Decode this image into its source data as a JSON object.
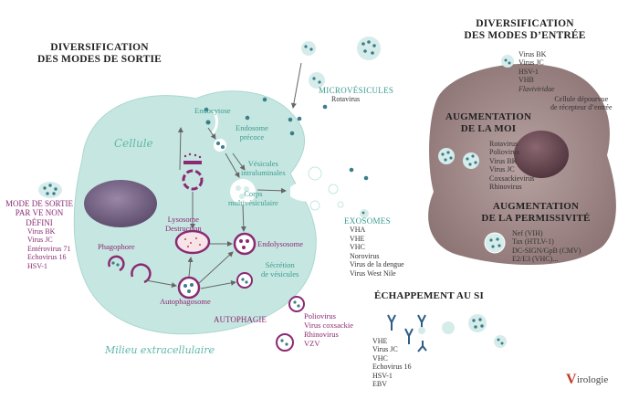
{
  "exit_modes": {
    "title_line1": "DIVERSIFICATION",
    "title_line2": "DES MODES DE SORTIE",
    "cell_label": "Cellule",
    "extracellular_label": "Milieu extracellulaire",
    "endocytosis": "Endocytose",
    "early_endosome_line1": "Endosome",
    "early_endosome_line2": "précoce",
    "intraluminal_line1": "Vésicules",
    "intraluminal_line2": "intraluminales",
    "mvb_line1": "Corps",
    "mvb_line2": "multivésiculaire",
    "lysosome_line1": "Lysosome",
    "lysosome_line2": "Destruction",
    "endolysosome": "Endolysosome",
    "phagophore": "Phagophore",
    "autophagosome": "Autophagosome",
    "vesicle_secretion_line1": "Sécrétion",
    "vesicle_secretion_line2": "de vésicules",
    "microvesicles": {
      "title": "MICROVÉSICULES",
      "viruses": [
        "Rotavirus"
      ]
    },
    "exosomes": {
      "title": "EXOSOMES",
      "viruses": [
        "VHA",
        "VHE",
        "VHC",
        "Norovirus",
        "Virus de la dengue",
        "Virus West Nile"
      ]
    },
    "autophagy": {
      "title": "AUTOPHAGIE",
      "viruses": [
        "Poliovirus",
        "Virus coxsackie",
        "Rhinovirus",
        "VZV"
      ]
    },
    "undefined_ev": {
      "title_line1": "MODE DE SORTIE",
      "title_line2": "PAR VE NON",
      "title_line3": "DÉFINI",
      "viruses": [
        "Virus BK",
        "Virus JC",
        "Entérovirus 71",
        "Echovirus 16",
        "HSV-1"
      ]
    }
  },
  "entry_modes": {
    "title_line1": "DIVERSIFICATION",
    "title_line2": "DES MODES D’ENTRÉE",
    "top_viruses": [
      "Virus BK",
      "Virus JC",
      "HSV-1",
      "VHB"
    ],
    "top_virus_italic": "Flaviviridae",
    "no_receptor_line1": "Cellule dépourvue",
    "no_receptor_line2": "de récepteur d’entrée",
    "moi": {
      "title_line1": "AUGMENTATION",
      "title_line2": "DE LA MOI",
      "viruses": [
        "Rotavirus",
        "Poliovirus",
        "Virus BK",
        "Virus JC",
        "Coxsackievirus",
        "Rhinovirus"
      ]
    },
    "permissivity": {
      "title_line1": "AUGMENTATION",
      "title_line2": "DE LA PERMISSIVITÉ",
      "factors": [
        "Nef (VIH)",
        "Tax (HTLV-1)",
        "DC-SIGN/GpB (CMV)",
        "E2/E3 (VHC)..."
      ]
    }
  },
  "immune_escape": {
    "title": "ÉCHAPPEMENT AU SI",
    "viruses": [
      "VHE",
      "Virus JC",
      "VHC",
      "Echovirus 16",
      "HSV-1",
      "EBV"
    ]
  },
  "logo": {
    "text": "irologie",
    "initial": "V"
  },
  "colors": {
    "cell_fill": "#c6e7e1",
    "vesicle_fill": "#d6ecea",
    "purple": "#8b2a73",
    "teal": "#3a9b8e",
    "brown_cell": "#8a7070",
    "nucleus": "#6b4d6e"
  }
}
